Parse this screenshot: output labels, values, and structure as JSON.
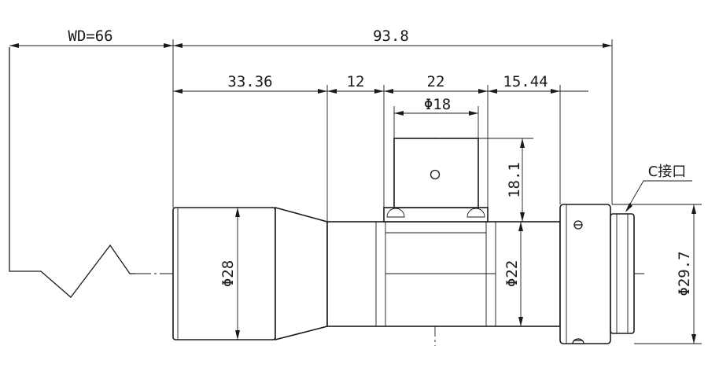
{
  "dimensions": {
    "working_distance": "WD=66",
    "total_length": "93.8",
    "front_length": "33.36",
    "taper_length": "12",
    "mount_block_width": "22",
    "rear_length": "15.44",
    "block_diameter": "Φ18",
    "block_height": "18.1",
    "front_diameter": "Φ28",
    "mid_diameter": "Φ22",
    "rear_diameter": "Φ29.7"
  },
  "callouts": {
    "mount_type": "C接口"
  }
}
